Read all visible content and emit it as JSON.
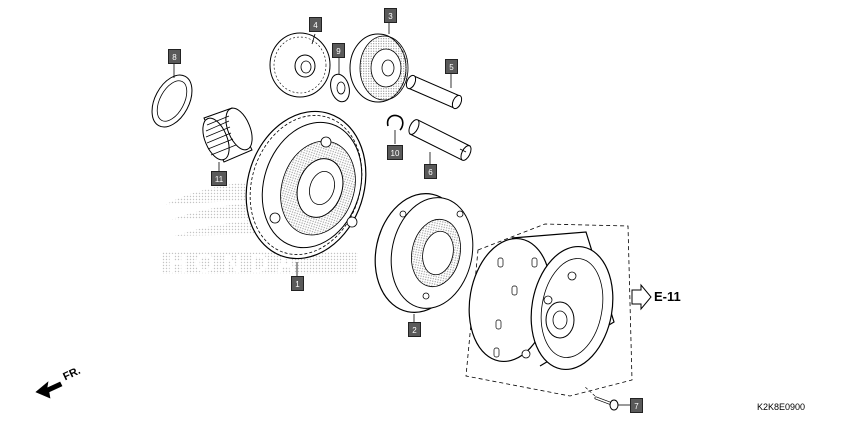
{
  "callouts": {
    "p1": "1",
    "p2": "2",
    "p3": "3",
    "p4": "4",
    "p5": "5",
    "p6": "6",
    "p7": "7",
    "p8": "8",
    "p9": "9",
    "p10": "10",
    "p11": "11"
  },
  "reference": {
    "label": "E-11",
    "arrow_icon": "outline-right-arrow-icon"
  },
  "direction": {
    "label": "FR.",
    "arrow_icon": "front-arrow-icon"
  },
  "diagram_code": "K2K8E0900",
  "watermark": {
    "text": "HONDA"
  },
  "colors": {
    "line": "#000000",
    "callout_bg": "#5a5a5a",
    "watermark_dots": "#c8c8c8"
  }
}
